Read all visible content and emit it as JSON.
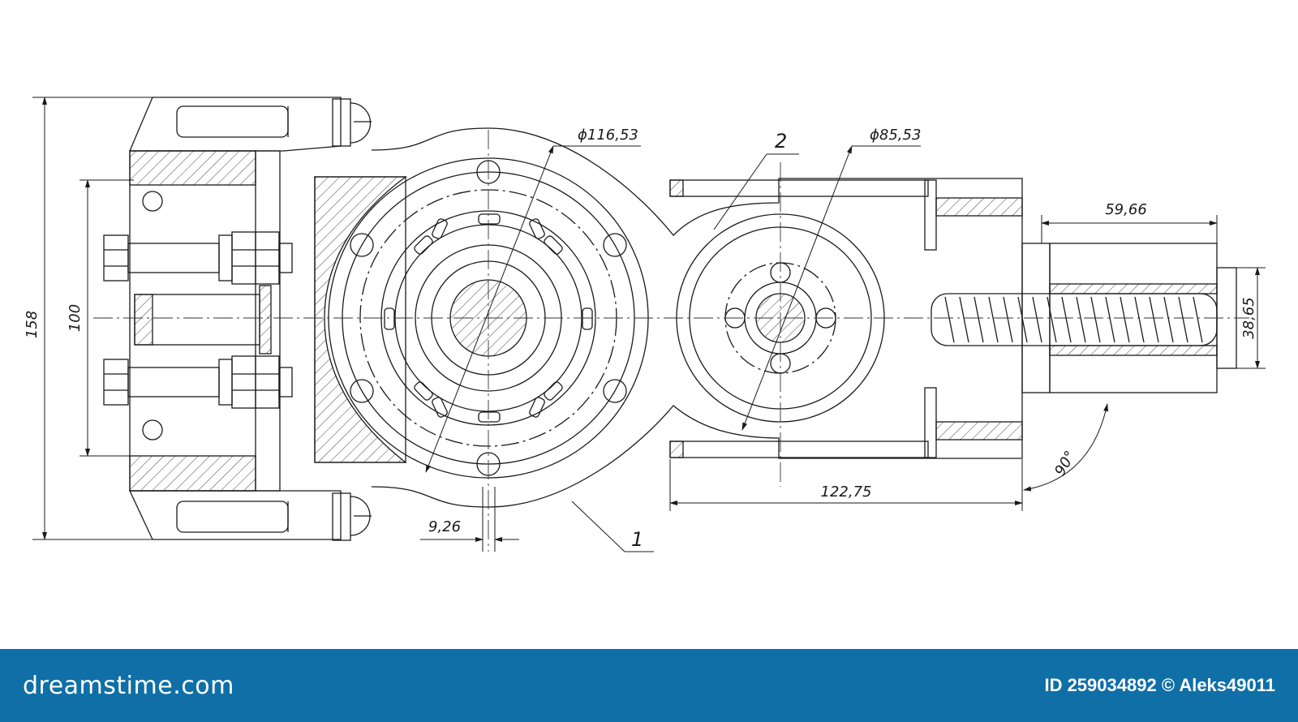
{
  "drawing": {
    "dimensions": {
      "overall_height": "158",
      "inner_height": "100",
      "large_diameter": "ϕ116,53",
      "small_diameter": "ϕ85,53",
      "spring_length": "59,66",
      "spring_diameter": "38,65",
      "rod_length": "122,75",
      "offset": "9,26",
      "angle": "90°"
    },
    "callouts": {
      "part_1": "1",
      "part_2": "2"
    }
  },
  "footer": {
    "brand": "dreamstime.com",
    "image_id": "ID 259034892",
    "copyright": "© Aleks49011",
    "background_color": "#0f6fa6"
  }
}
